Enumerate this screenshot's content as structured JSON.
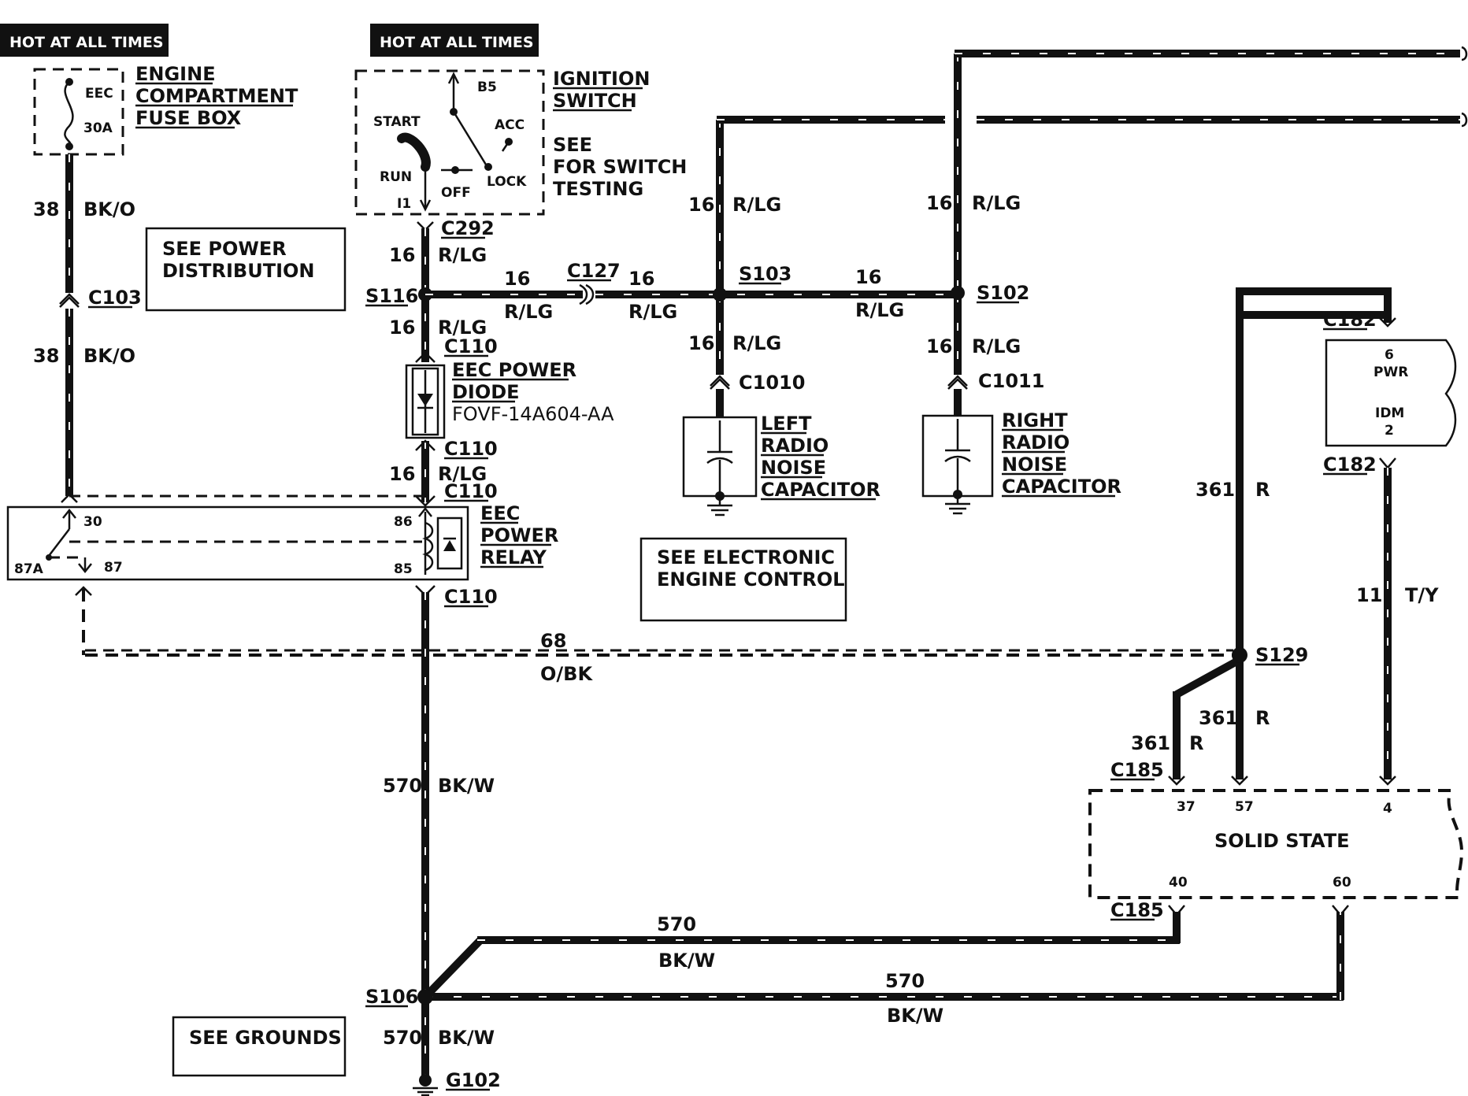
{
  "hot_labels": {
    "left": "HOT AT ALL TIMES",
    "middle": "HOT AT ALL TIMES"
  },
  "fuse_box": {
    "fuse_name": "EEC",
    "fuse_rating": "30A",
    "title_line1": "ENGINE",
    "title_line2": "COMPARTMENT",
    "title_line3": "FUSE BOX"
  },
  "ignition_switch": {
    "title_line1": "IGNITION",
    "title_line2": "SWITCH",
    "note_line1": "SEE",
    "note_line2": "FOR SWITCH",
    "note_line3": "TESTING",
    "pin_b5": "B5",
    "pos_start": "START",
    "pos_acc": "ACC",
    "pos_run": "RUN",
    "pos_off": "OFF",
    "pos_lock": "LOCK",
    "pin_i1": "I1"
  },
  "wires": {
    "w38_gauge": "38",
    "w38_color": "BK/O",
    "w16_gauge": "16",
    "w16_color": "R/LG",
    "w570_gauge": "570",
    "w570_color": "BK/W",
    "w68_gauge": "68",
    "w68_color": "O/BK",
    "w361_gauge": "361",
    "w361_color": "R",
    "w11_gauge": "11",
    "w11_color": "T/Y"
  },
  "connectors": {
    "c103": "C103",
    "c292": "C292",
    "c127": "C127",
    "c110": "C110",
    "c1010": "C1010",
    "c1011": "C1011",
    "c182": "C182",
    "c185": "C185",
    "s116": "S116",
    "s103": "S103",
    "s102": "S102",
    "s129": "S129",
    "s106": "S106",
    "g102": "G102"
  },
  "notes": {
    "power_dist_line1": "SEE POWER",
    "power_dist_line2": "DISTRIBUTION",
    "eec_line1": "SEE ELECTRONIC",
    "eec_line2": "ENGINE CONTROL",
    "grounds": "SEE GROUNDS"
  },
  "diode": {
    "line1": "EEC POWER",
    "line2": "DIODE",
    "part": "FOVF-14A604-AA"
  },
  "relay": {
    "title_line1": "EEC",
    "title_line2": "POWER",
    "title_line3": "RELAY",
    "pin30": "30",
    "pin86": "86",
    "pin87a": "87A",
    "pin87": "87",
    "pin85": "85"
  },
  "left_capacitor": {
    "line1": "LEFT",
    "line2": "RADIO",
    "line3": "NOISE",
    "line4": "CAPACITOR"
  },
  "right_capacitor": {
    "line1": "RIGHT",
    "line2": "RADIO",
    "line3": "NOISE",
    "line4": "CAPACITOR"
  },
  "idm": {
    "pin6": "6",
    "pwr": "PWR",
    "name": "IDM",
    "pin2": "2"
  },
  "solid_state": {
    "title": "SOLID STATE",
    "pin37": "37",
    "pin57": "57",
    "pin4": "4",
    "pin40": "40",
    "pin60": "60"
  }
}
